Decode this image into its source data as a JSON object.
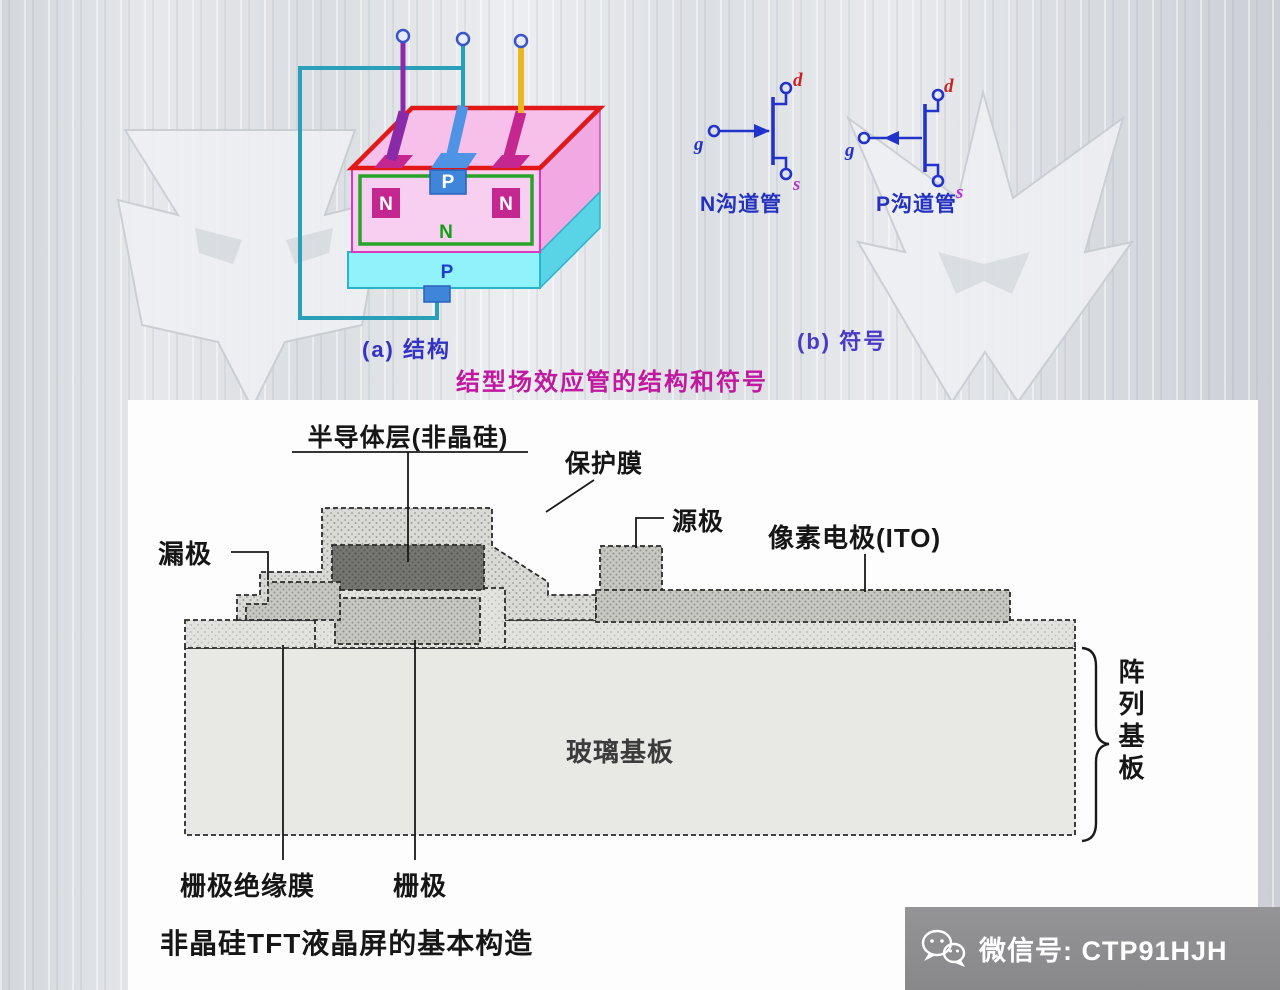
{
  "jfet": {
    "caption_a": "(a) 结构",
    "caption_b": "(b) 符号",
    "title": "结型场效应管的结构和符号",
    "structure": {
      "n_left": "N",
      "n_right": "N",
      "p_center": "P",
      "n_center": "N",
      "p_substrate": "P"
    },
    "n_channel": {
      "name": "N沟道管",
      "drain": "d",
      "gate": "g",
      "source": "s"
    },
    "p_channel": {
      "name": "P沟道管",
      "drain": "d",
      "gate": "g",
      "source": "s"
    }
  },
  "tft": {
    "labels": {
      "semiconductor": "半导体层(非晶硅)",
      "protective_film": "保护膜",
      "source": "源极",
      "pixel_electrode": "像素电极(ITO)",
      "drain": "漏极",
      "glass_substrate": "玻璃基板",
      "gate_insulator": "栅极绝缘膜",
      "gate": "栅极",
      "array_substrate": "阵列基板"
    },
    "caption": "非晶硅TFT液晶屏的基本构造"
  },
  "footer": {
    "wechat_id": "微信号: CTP91HJH"
  },
  "colors": {
    "accent_magenta": "#c42890",
    "accent_blue": "#2233cc",
    "accent_teal": "#2a9fb8",
    "accent_red": "#e21818",
    "title_magenta": "#c217a1"
  }
}
